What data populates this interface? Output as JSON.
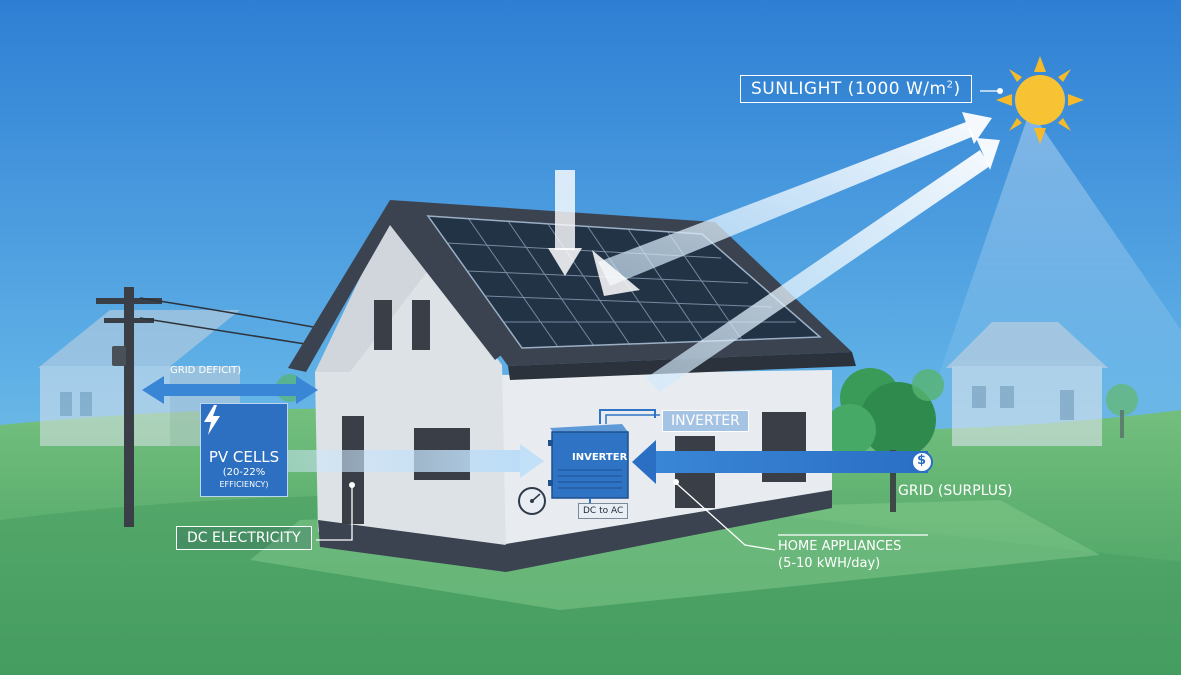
{
  "labels": {
    "sunlight": "SUNLIGHT (1000 W/m",
    "sunlight_sup": "2",
    "sunlight_close": ")",
    "grid_deficit": "GRID DEFICIT)",
    "pv_cells": "PV CELLS",
    "pv_efficiency_1": "(20-22%",
    "pv_efficiency_2": "EFFICIENCY)",
    "dc_electricity": "DC ELECTRICITY",
    "inverter_callout": "INVERTER",
    "inverter_unit": "INVERTER",
    "dc_to_ac": "DC to AC",
    "grid_surplus": "GRID (SURPLUS)",
    "home_appliances": "HOME APPLIANCES",
    "home_consumption": "(5-10 kWH/day)",
    "currency_symbol": "$"
  },
  "icons": {
    "sun": "sun-icon",
    "bolt": "lightning-bolt-icon",
    "dollar": "dollar-icon",
    "meter": "meter-gauge-icon"
  },
  "colors": {
    "sky_top": "#2e7fd4",
    "sky_bottom": "#8fd0e8",
    "grass": "#4ea869",
    "roof": "#3b4350",
    "panel": "#24344a",
    "wall_light": "#e7ebef",
    "wall_shadow": "#c9cfd6",
    "flow_blue": "#3a86d6",
    "sun": "#f6b92a",
    "inverter": "#2f73c4"
  }
}
